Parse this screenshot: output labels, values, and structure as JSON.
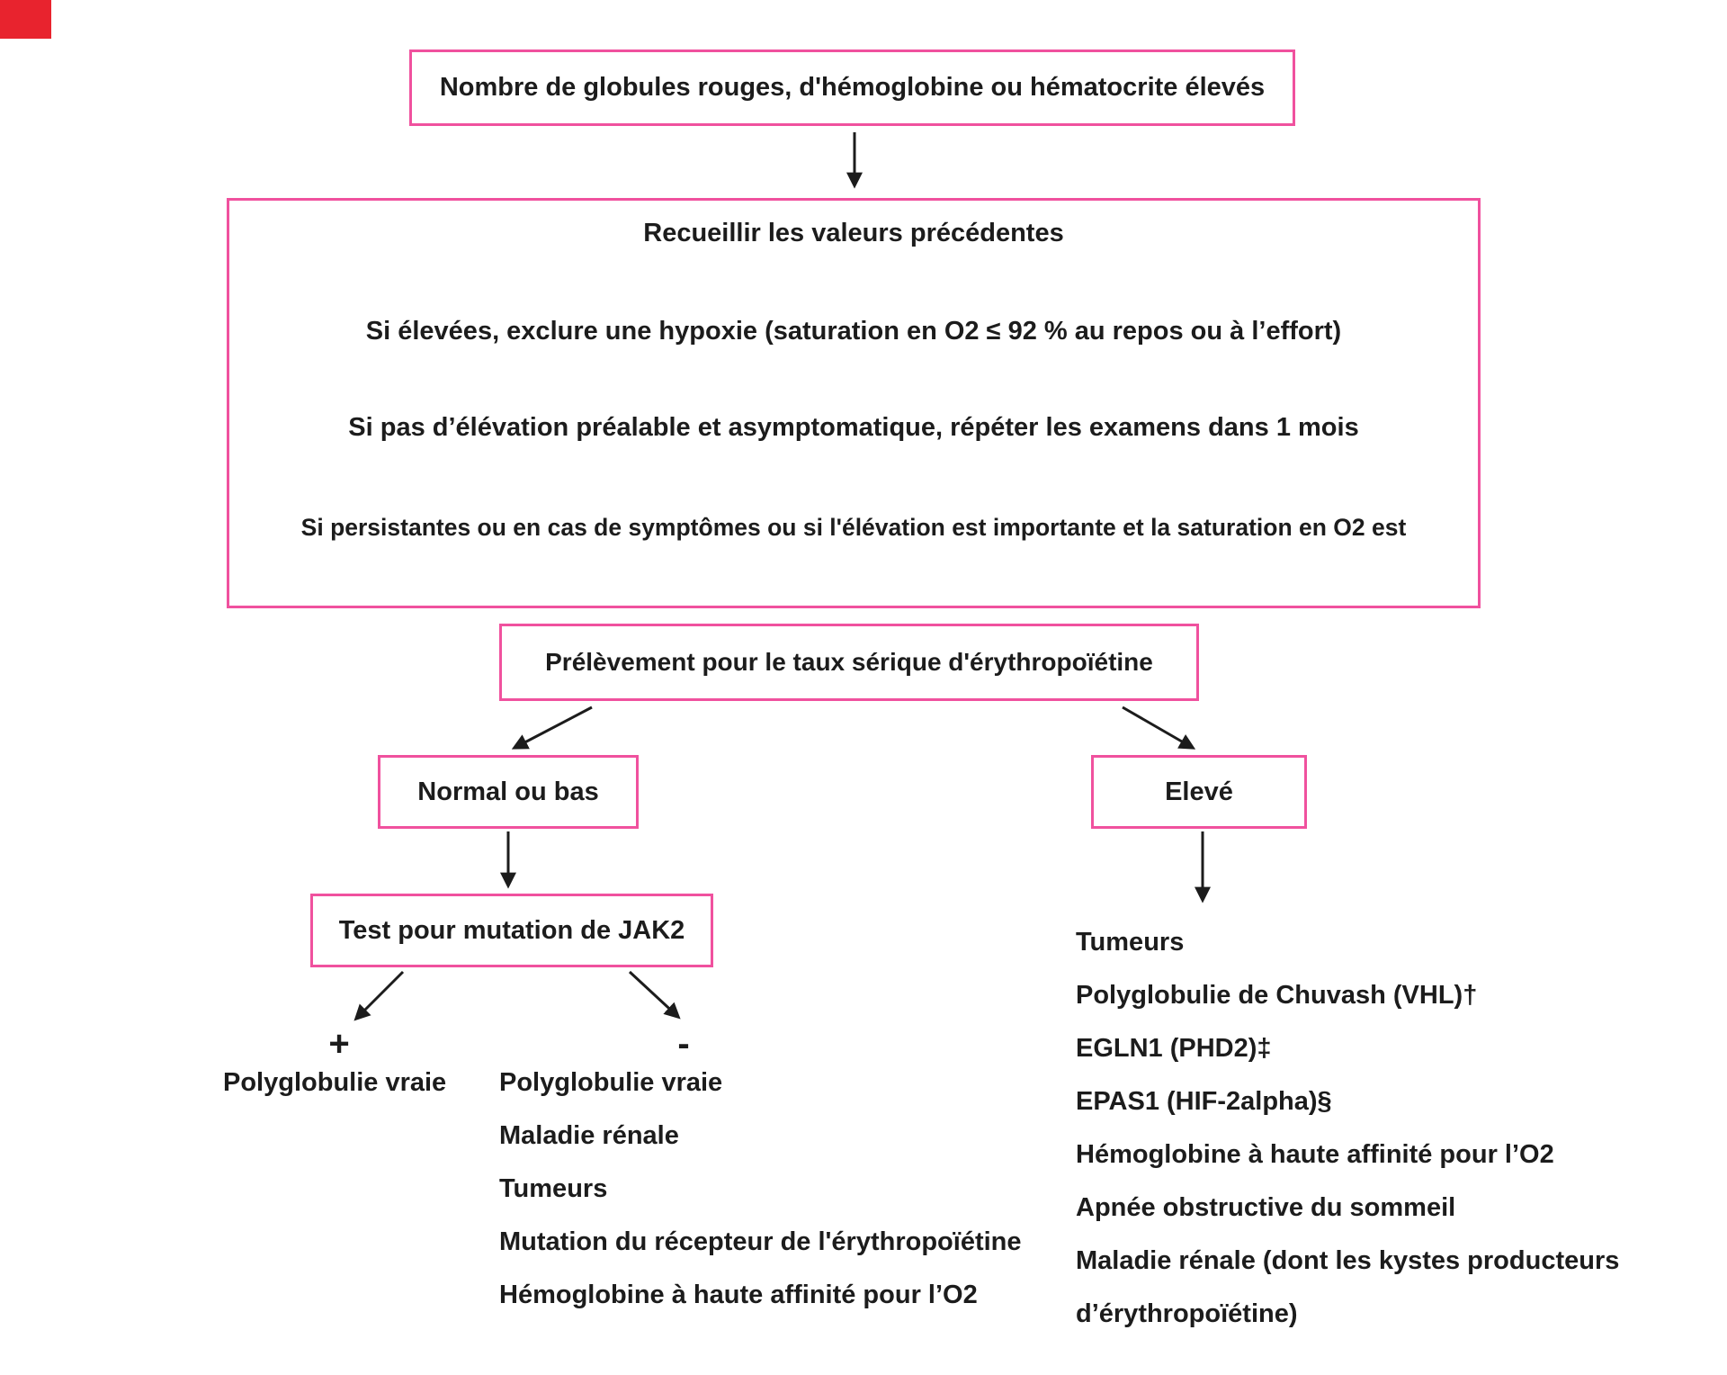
{
  "colors": {
    "border_pink": "#f0519e",
    "arrow_black": "#1c1c1c",
    "corner_red": "#e8232e",
    "text": "#1c1c1c"
  },
  "flowchart": {
    "top_box": "Nombre de globules rouges, d'hémoglobine ou hématocrite élevés",
    "steps": [
      "Recueillir les valeurs précédentes",
      "Si élevées, exclure une hypoxie (saturation en O2 ≤ 92 % au repos ou à l’effort)",
      "Si pas d’élévation préalable et asymptomatique, répéter les examens dans 1 mois",
      "Si persistantes ou en cas de symptômes ou si l'élévation est importante et la saturation en O2 est"
    ],
    "epo_box": "Prélèvement pour le taux sérique d'érythropoïétine",
    "normal_low_box": "Normal ou bas",
    "elevated_box": "Elevé",
    "jak2_box": "Test pour mutation de JAK2",
    "jak2_positive": {
      "sign": "+",
      "items": [
        "Polyglobulie vraie"
      ]
    },
    "jak2_negative": {
      "sign": "-",
      "items": [
        "Polyglobulie vraie",
        "Maladie rénale",
        "Tumeurs",
        "Mutation du récepteur de l'érythropoïétine",
        "Hémoglobine à haute affinité pour l’O2"
      ]
    },
    "elevated_list": [
      "Tumeurs",
      "Polyglobulie de Chuvash (VHL)†",
      "EGLN1 (PHD2)‡",
      "EPAS1 (HIF-2alpha)§",
      "Hémoglobine à haute affinité pour l’O2",
      "Apnée obstructive du sommeil",
      "Maladie rénale (dont les kystes producteurs",
      "d’érythropoïétine)"
    ]
  }
}
